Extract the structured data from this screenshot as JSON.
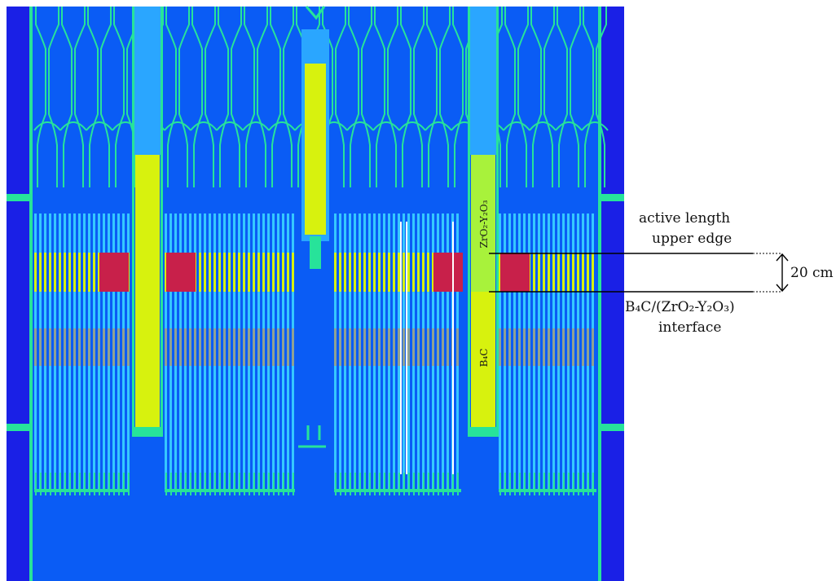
{
  "labels": {
    "zro2_rotated": "ZrO₂-Y₂O₃",
    "b4c_rotated": "B₄C",
    "active_upper_line1": "active length",
    "active_upper_line2": "upper edge",
    "dimension": "20 cm",
    "interface_line1": "B₄C/(ZrO₂-Y₂O₃)",
    "interface_line2": "interface"
  },
  "colors": {
    "coolant": "#0a5cf5",
    "outer": "#1a20e6",
    "structure": "#27e39a",
    "fuel_blue": "#2aa6ff",
    "absorber_yellow": "#d7f20e",
    "zro2_green": "#a8f23b",
    "red_fuel": "#c8204a",
    "orange": "#d9843a",
    "light": "#35c8ff",
    "white": "#ffffff",
    "annotation": "#000000"
  }
}
